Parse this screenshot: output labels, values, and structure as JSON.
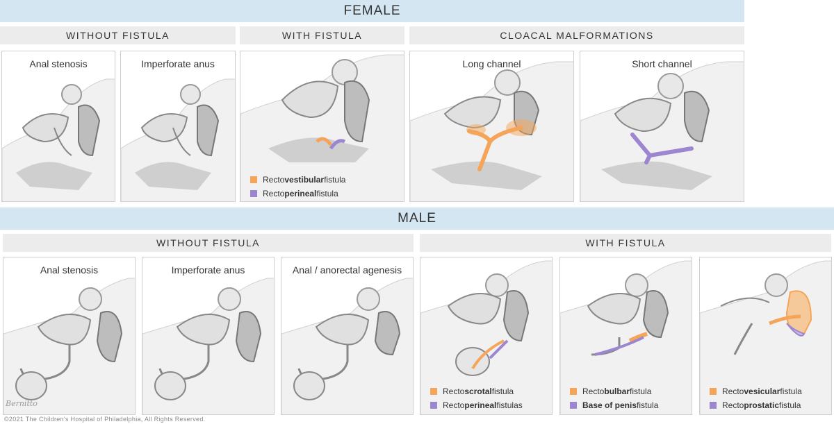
{
  "female": {
    "band": "FEMALE",
    "sections": {
      "without": "WITHOUT FISTULA",
      "with": "WITH FISTULA",
      "cloacal": "CLOACAL MALFORMATIONS"
    },
    "panels": {
      "anal_stenosis": "Anal stenosis",
      "imperforate_anus": "Imperforate anus",
      "long_channel": "Long channel",
      "short_channel": "Short channel"
    },
    "legend": {
      "vestibular": {
        "prefix": "Recto",
        "bold": "vestibular",
        "suffix": " fistula"
      },
      "perineal": {
        "prefix": "Recto",
        "bold": "perineal",
        "suffix": " fistula"
      }
    }
  },
  "male": {
    "band": "MALE",
    "sections": {
      "without": "WITHOUT FISTULA",
      "with": "WITH FISTULA"
    },
    "panels": {
      "anal_stenosis": "Anal stenosis",
      "imperforate_anus": "Imperforate anus",
      "agenesis": "Anal / anorectal agenesis"
    },
    "legend": {
      "scrotal": {
        "prefix": "Recto",
        "bold": "scrotal",
        "suffix": " fistula"
      },
      "perineal": {
        "prefix": "Recto",
        "bold": "perineal",
        "suffix": " fistulas"
      },
      "bulbar": {
        "prefix": "Recto",
        "bold": "bulbar",
        "suffix": " fistula"
      },
      "penis": {
        "prefix": "",
        "bold": "Base of penis",
        "suffix": " fistula"
      },
      "vesicular": {
        "prefix": "Recto",
        "bold": "vesicular",
        "suffix": " fistula"
      },
      "prostatic": {
        "prefix": "Recto",
        "bold": "prostatic",
        "suffix": " fistula"
      }
    }
  },
  "colors": {
    "orange": "#f5a55a",
    "purple": "#9b86cf",
    "band": "#d4e6f2",
    "subheader": "#ececec"
  },
  "footer": {
    "copyright": "©2021 The Children's Hospital of Philadelphia, All Rights Reserved.",
    "signature": "Bernitto"
  }
}
